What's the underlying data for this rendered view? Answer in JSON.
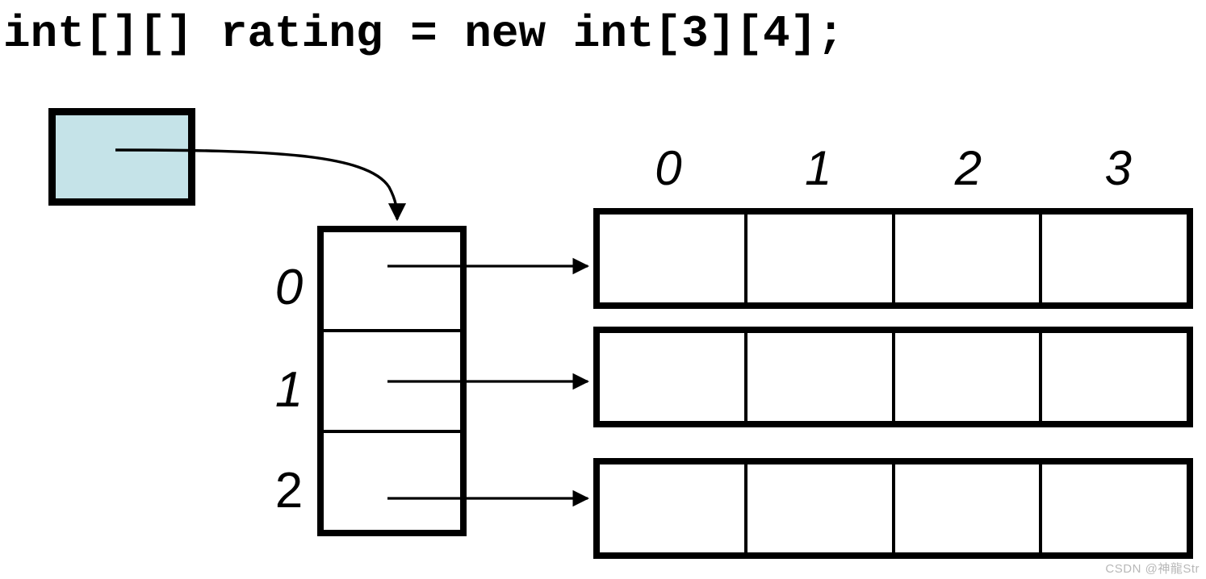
{
  "diagram": {
    "title": "int[][] rating = new int[3][4];",
    "reference_box": {
      "name": "rating-reference",
      "fill_color": "#c5e3e8",
      "border_color": "#000000",
      "label": ""
    },
    "outer_array": {
      "name": "rating",
      "length": 3,
      "index_labels": [
        "0",
        "1",
        "2"
      ],
      "index_label_styles": [
        "italic",
        "italic",
        "upright"
      ],
      "cells": [
        "",
        "",
        ""
      ]
    },
    "column_headers": [
      "0",
      "1",
      "2",
      "3"
    ],
    "row_arrays": [
      {
        "index": "0",
        "cells": [
          "",
          "",
          "",
          ""
        ]
      },
      {
        "index": "1",
        "cells": [
          "",
          "",
          "",
          ""
        ]
      },
      {
        "index": "2",
        "cells": [
          "",
          "",
          "",
          ""
        ]
      }
    ],
    "arrows": [
      {
        "name": "reference-to-outer-array",
        "from": "reference-box",
        "to": "outer-array-top",
        "style": "curved"
      },
      {
        "name": "outer-cell-0-to-row-0",
        "from": "outer-array-cell-0",
        "to": "row-array-0",
        "style": "straight"
      },
      {
        "name": "outer-cell-1-to-row-1",
        "from": "outer-array-cell-1",
        "to": "row-array-1",
        "style": "straight"
      },
      {
        "name": "outer-cell-2-to-row-2",
        "from": "outer-array-cell-2",
        "to": "row-array-2",
        "style": "straight"
      }
    ]
  },
  "watermark": {
    "text": "CSDN @神龍Str",
    "color": "#b8b8b8"
  }
}
